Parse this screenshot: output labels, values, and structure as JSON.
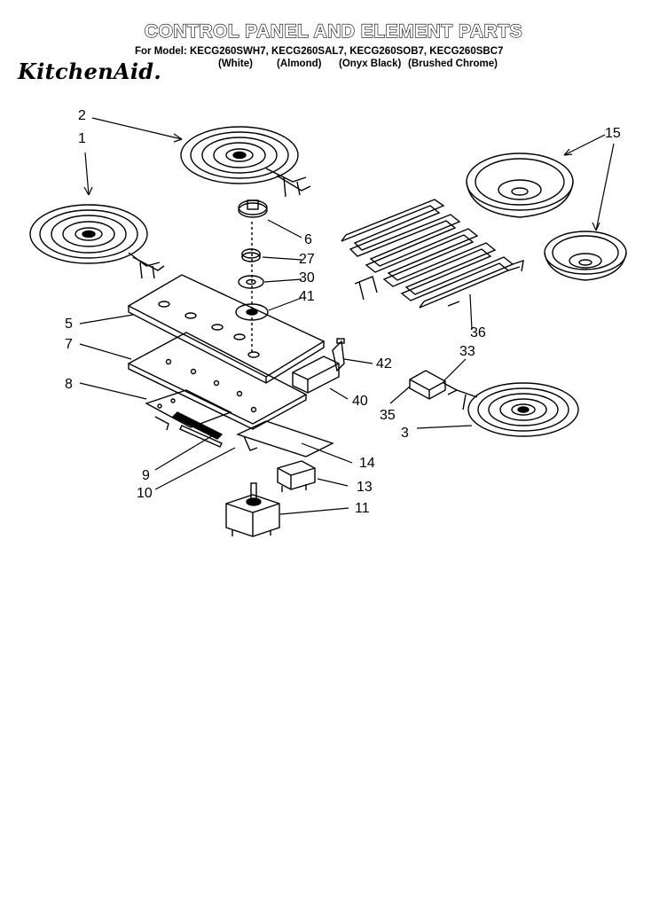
{
  "header": {
    "title": "CONTROL PANEL AND ELEMENT PARTS",
    "models_line": "For Model: KECG260SWH7, KECG260SAL7, KECG260SOB7, KECG260SBC7",
    "color_white": "(White)",
    "color_almond": "(Almond)",
    "color_onyx": "(Onyx Black)",
    "color_chrome": "(Brushed Chrome)",
    "brand": "KitchenAid."
  },
  "callouts": {
    "c1": "1",
    "c2": "2",
    "c3": "3",
    "c5": "5",
    "c6": "6",
    "c7": "7",
    "c8": "8",
    "c9": "9",
    "c10": "10",
    "c11": "11",
    "c13": "13",
    "c14": "14",
    "c15": "15",
    "c27": "27",
    "c30": "30",
    "c33": "33",
    "c35": "35",
    "c36": "36",
    "c40": "40",
    "c41": "41",
    "c42": "42"
  }
}
